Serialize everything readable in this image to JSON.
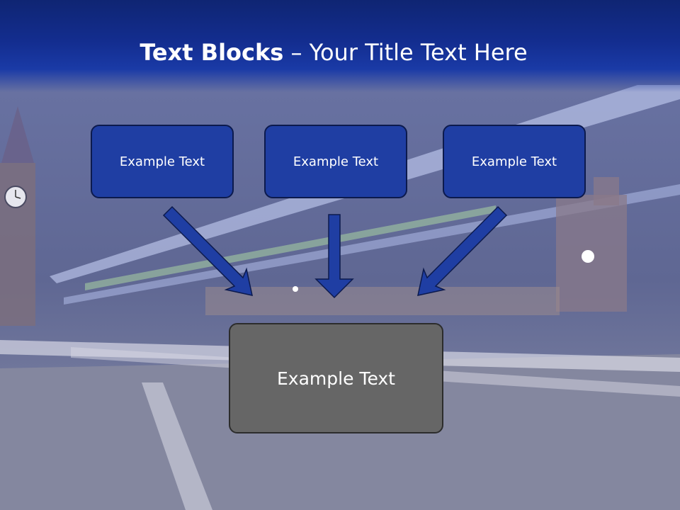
{
  "slide": {
    "title_bold": "Text Blocks",
    "title_dash": " – ",
    "title_rest": "Your Title Text Here",
    "blocks": {
      "left": "Example Text",
      "center": "Example Text",
      "right": "Example Text"
    },
    "result_block": "Example Text"
  },
  "colors": {
    "header_blue": "#132d8f",
    "block_blue": "#1f3ea3",
    "result_gray": "#666666",
    "arrow_blue": "#1f3ea3"
  },
  "icons": [
    "arrow-down-right-icon",
    "arrow-down-icon",
    "arrow-down-left-icon"
  ]
}
